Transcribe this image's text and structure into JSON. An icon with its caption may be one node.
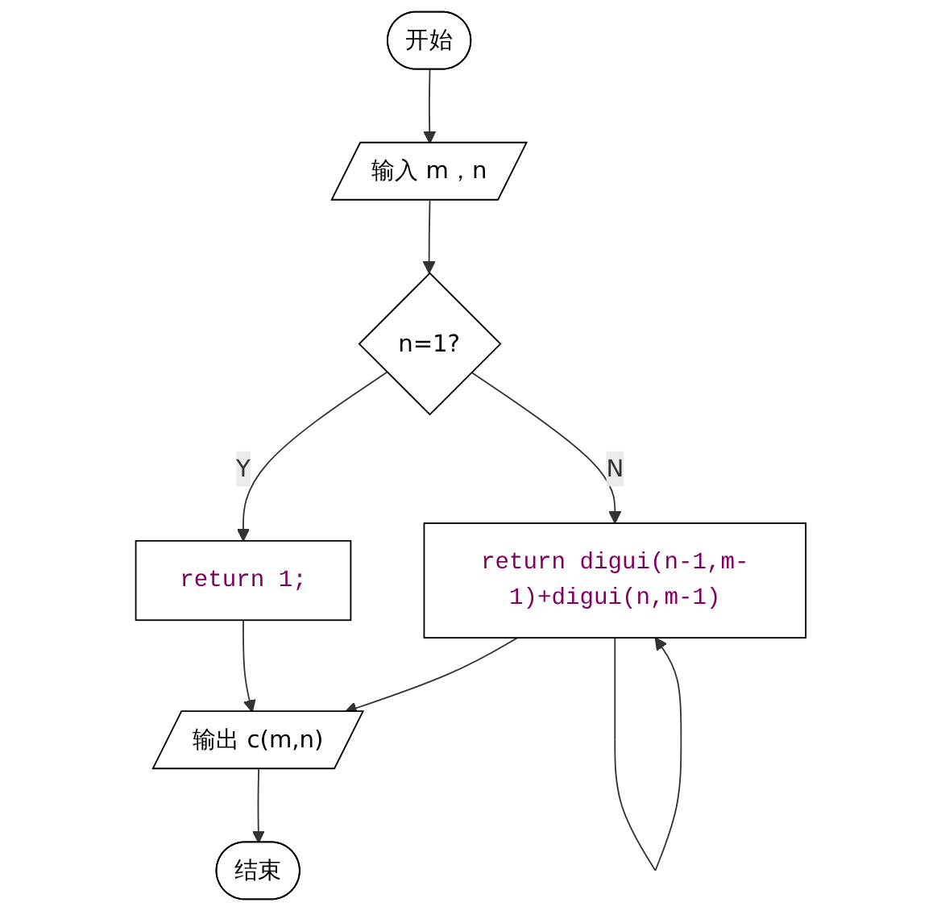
{
  "diagram": {
    "nodes": [
      {
        "text": [
          "开始"
        ]
      },
      {
        "text": [
          "输入 m，n"
        ]
      },
      {
        "text": [
          "n=1?"
        ]
      },
      {
        "text": [
          "return 1;"
        ]
      },
      {
        "text": [
          "return digui(n-1,m-1)+digui(n,m-1)"
        ]
      },
      {
        "text": [
          "输出 c(m,n)"
        ]
      },
      {
        "text": [
          "结束"
        ]
      }
    ],
    "edges": [
      {
        "from": 0,
        "to": 1,
        "arrow": "to"
      },
      {
        "from": 1,
        "to": 2,
        "arrow": "to"
      },
      {
        "from": 2,
        "to": 3,
        "arrow": "to",
        "label": "Y"
      },
      {
        "from": 2,
        "to": 4,
        "arrow": "to",
        "label": "N"
      },
      {
        "from": 3,
        "to": 5,
        "arrow": "to"
      },
      {
        "from": 4,
        "to": 5,
        "arrow": "to"
      },
      {
        "from": 4,
        "to": 4,
        "arrow": "to"
      },
      {
        "from": 5,
        "to": 6,
        "arrow": "to"
      }
    ]
  }
}
